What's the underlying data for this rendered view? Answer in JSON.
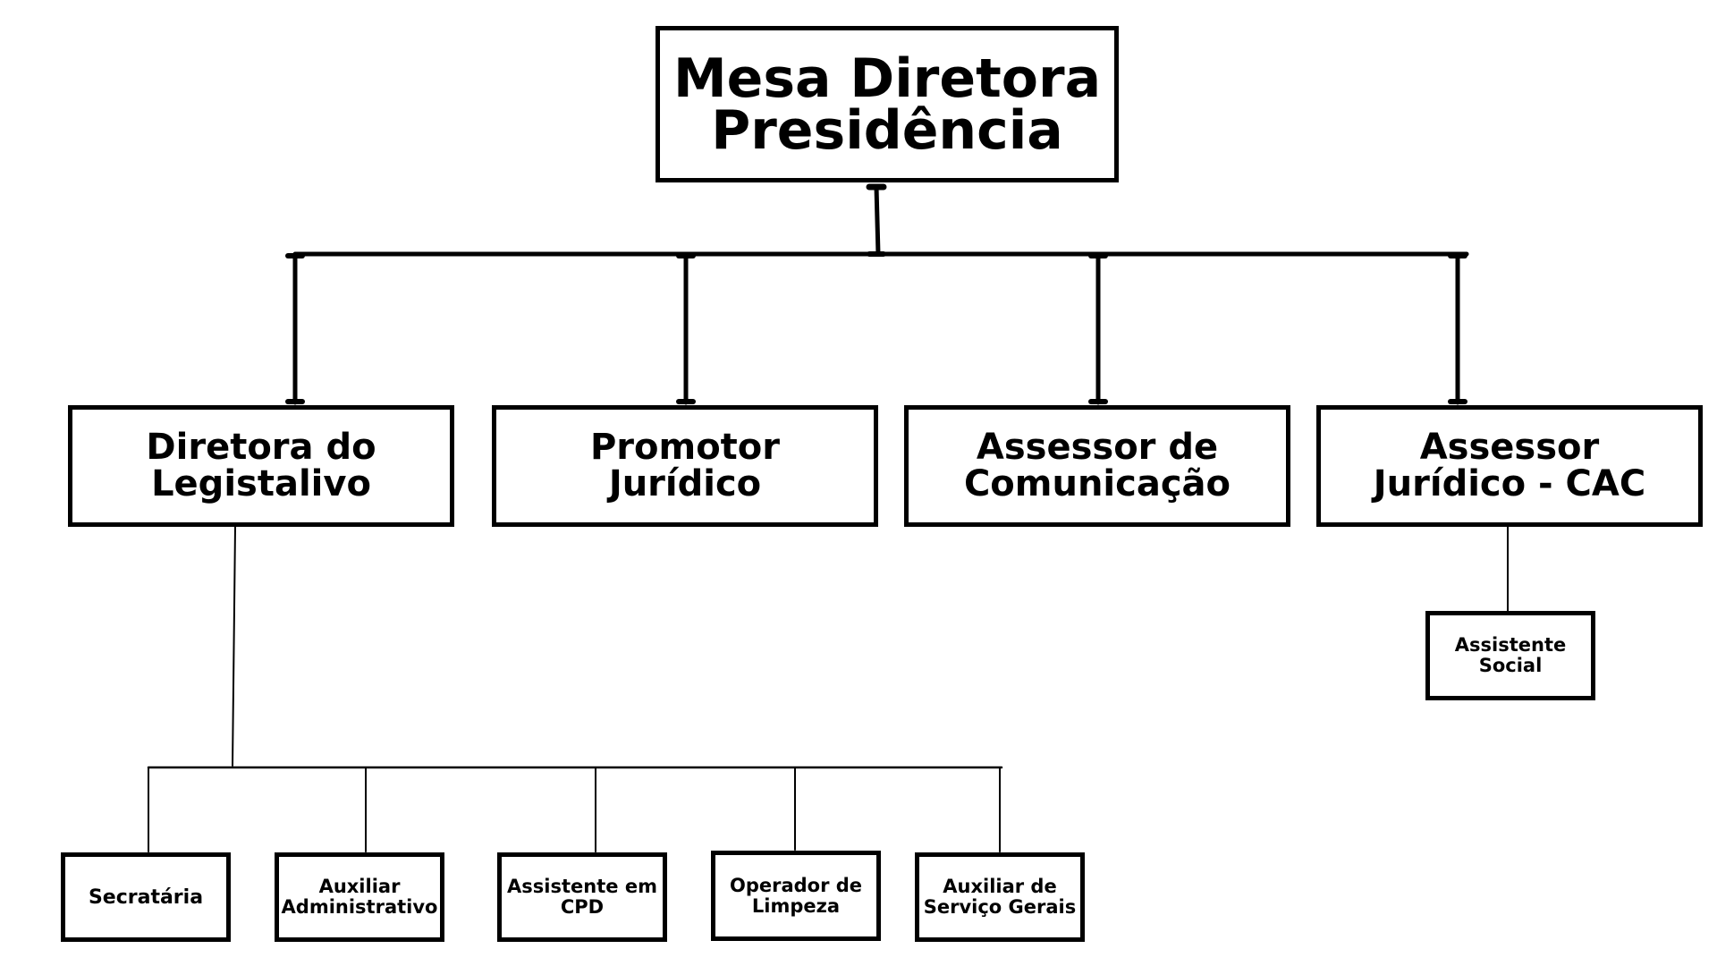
{
  "org_chart": {
    "top": {
      "label": "Mesa Diretora\nPresidência"
    },
    "level1": [
      {
        "label": "Diretora do\nLegistalivo"
      },
      {
        "label": "Promotor\nJurídico"
      },
      {
        "label": "Assessor de\nComunicação"
      },
      {
        "label": "Assessor\nJurídico - CAC"
      }
    ],
    "cac_child": {
      "label": "Assistente\nSocial"
    },
    "legislativo_children": [
      {
        "label": "Secratária"
      },
      {
        "label": "Auxiliar\nAdministrativo"
      },
      {
        "label": "Assistente em\nCPD"
      },
      {
        "label": "Operador de\nLimpeza"
      },
      {
        "label": "Auxiliar de\nServiço Gerais"
      }
    ]
  },
  "colors": {
    "line": "#000000",
    "box_border": "#000000",
    "background": "#ffffff"
  }
}
